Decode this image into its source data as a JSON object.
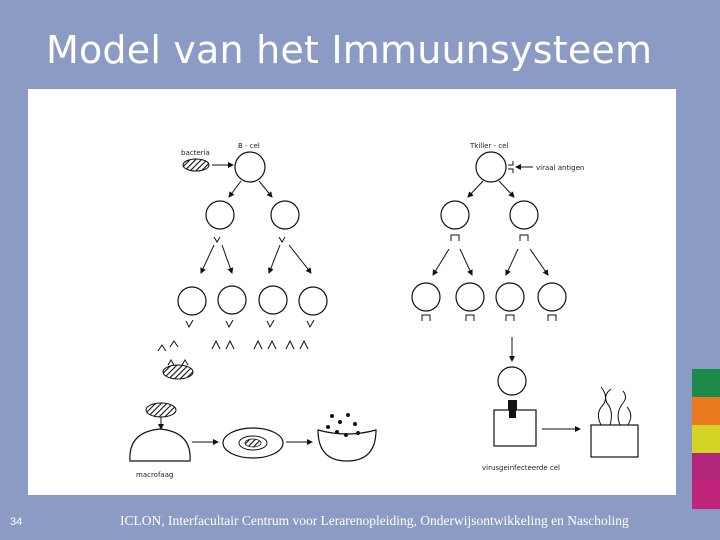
{
  "slide": {
    "title": "Model van het Immuunsysteem",
    "page_number": "34",
    "footer": "ICLON, Interfacultair Centrum voor Lerarenopleiding, Onderwijsontwikkeling en Nascholing"
  },
  "figure": {
    "left_labels": {
      "bacteria": "bacteria",
      "b_cell": "B - cel",
      "macrophage": "macrofaag"
    },
    "right_labels": {
      "killer_cell": "Tkiller - cel",
      "viral_antigen": "viraal antigen",
      "infected_cell": "virusgeinfecteerde cel"
    }
  },
  "colors": {
    "background": "#8c9bc4",
    "stripes": [
      "#1d8a4a",
      "#e97a1e",
      "#d4d426",
      "#b0267a",
      "#c0247a"
    ]
  }
}
